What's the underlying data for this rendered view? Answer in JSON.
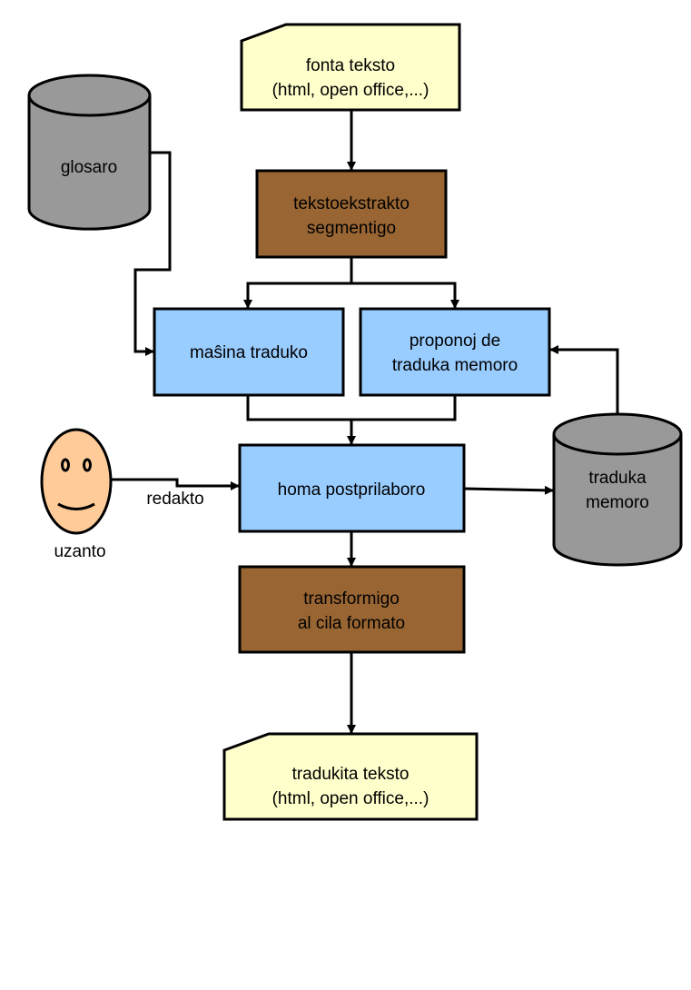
{
  "nodes": {
    "source_doc": {
      "line1": "fonta teksto",
      "line2": "(html, open office,...)"
    },
    "extraction": {
      "line1": "tekstoekstrakto",
      "line2": "segmentigo"
    },
    "machine_translation": {
      "line1": "maŝina traduko"
    },
    "tm_proposals": {
      "line1": "proponoj de",
      "line2": "traduka memoro"
    },
    "post_editing": {
      "line1": "homa postprilaboro"
    },
    "transformation": {
      "line1": "transformigo",
      "line2": "al cila formato"
    },
    "target_doc": {
      "line1": "tradukita teksto",
      "line2": "(html, open office,...)"
    },
    "glossary": {
      "label": "glosaro"
    },
    "translation_memory": {
      "line1": "traduka",
      "line2": "memoro"
    },
    "user": {
      "label": "uzanto"
    }
  },
  "edges": {
    "edit_label": "redakto"
  },
  "colors": {
    "document": "#ffffcc",
    "process_brown": "#996633",
    "process_blue": "#99ccff",
    "database": "#999999",
    "face": "#ffcc99"
  }
}
